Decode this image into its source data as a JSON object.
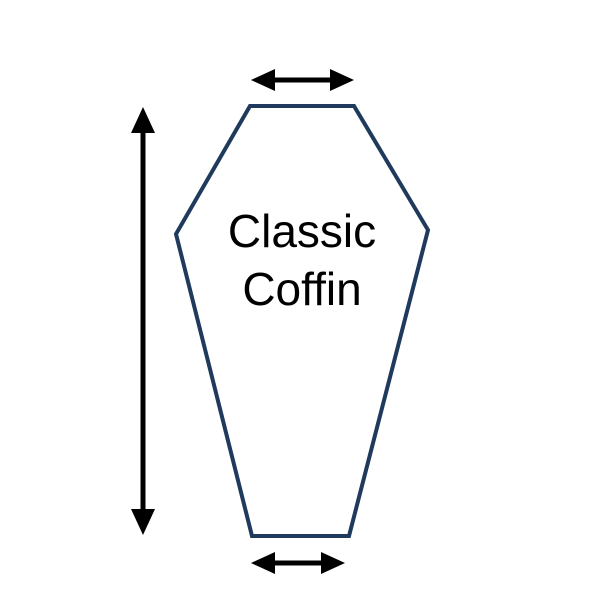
{
  "diagram": {
    "shape_name": "coffin-nail-shape",
    "label_lines": [
      "Classic",
      "Coffin"
    ],
    "colors": {
      "outline": "#1f3a5c",
      "arrows": "#000000",
      "text": "#000000",
      "background": "#ffffff"
    },
    "arrows": {
      "top_width": "double-headed horizontal arrow",
      "bottom_width": "double-headed horizontal arrow",
      "length": "double-headed vertical arrow"
    }
  }
}
